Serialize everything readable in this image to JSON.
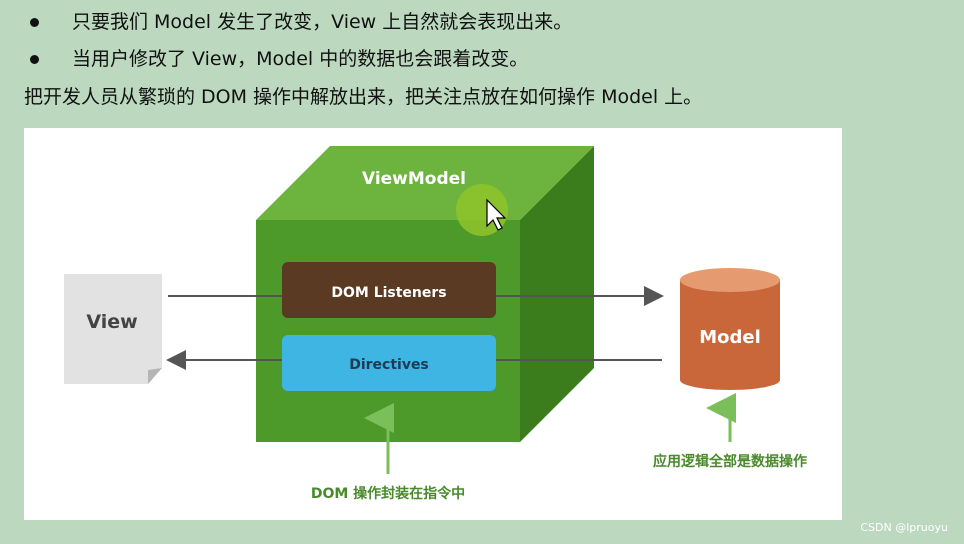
{
  "bullets": [
    "只要我们 Model 发生了改变，View 上自然就会表现出来。",
    "当用户修改了 View，Model 中的数据也会跟着改变。"
  ],
  "paragraph": "把开发人员从繁琐的 DOM 操作中解放出来，把关注点放在如何操作 Model 上。",
  "diagram": {
    "cube_title": "ViewModel",
    "listeners_label": "DOM Listeners",
    "directives_label": "Directives",
    "view_label": "View",
    "model_label": "Model",
    "bottom_note": "DOM 操作封装在指令中",
    "model_note": "应用逻辑全部是数据操作",
    "colors": {
      "cube_front": "#4d9a2a",
      "cube_top": "#6db43f",
      "cube_side": "#3b7d1d",
      "listeners": "#5a3a22",
      "directives": "#3fb5e3",
      "model": "#c9673a",
      "arrow_green": "#7bbf5a",
      "arrow_dark": "#555555"
    }
  },
  "watermark": "CSDN @lpruoyu"
}
